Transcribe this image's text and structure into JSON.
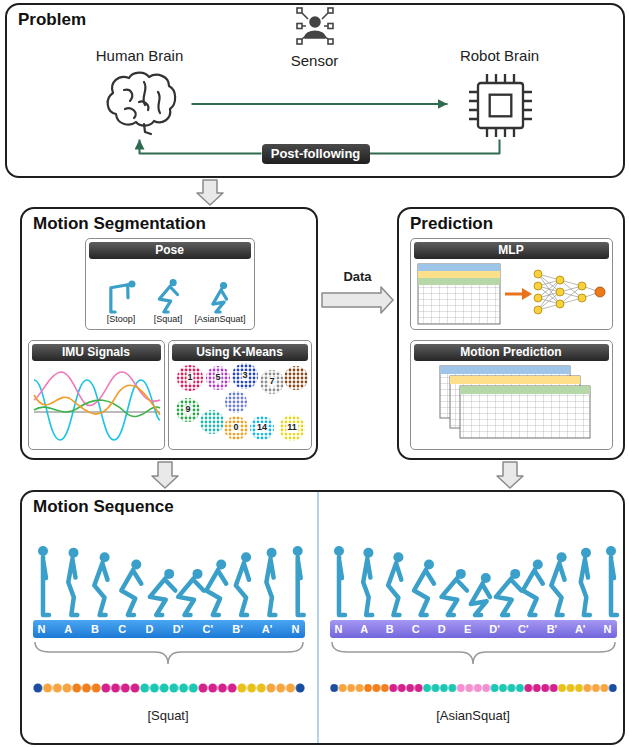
{
  "diagram": {
    "nodes": [
      {
        "text": [
          "Problem"
        ]
      },
      {
        "text": [
          "Human Brain"
        ],
        "in": 0
      },
      {
        "text": [
          "Sensor"
        ],
        "in": 0
      },
      {
        "text": [
          "Robot Brain"
        ],
        "in": 0
      },
      {
        "text": [
          "Post-following"
        ],
        "in": 0
      },
      {
        "text": [
          "Motion Segmentation"
        ]
      },
      {
        "text": [
          "Pose"
        ],
        "in": 5
      },
      {
        "text": [
          "IMU Signals"
        ],
        "in": 5
      },
      {
        "text": [
          "Using K-Means"
        ],
        "in": 5
      },
      {
        "text": [
          "Prediction"
        ]
      },
      {
        "text": [
          "MLP"
        ],
        "in": 9
      },
      {
        "text": [
          "Motion Prediction"
        ],
        "in": 9
      },
      {
        "text": [
          "Motion Sequence"
        ]
      },
      {
        "text": [
          "N A B C D D' C' B' A' N"
        ],
        "in": 12
      },
      {
        "text": [
          "N A B C D E D' C' B' A' N"
        ],
        "in": 12
      }
    ],
    "edges": [
      {
        "from": 1,
        "to": 3,
        "arrow": "to"
      },
      {
        "from": 3,
        "to": 4,
        "arrow": "none"
      },
      {
        "from": 4,
        "to": 1,
        "arrow": "to"
      },
      {
        "from": 0,
        "to": 5,
        "arrow": "to"
      },
      {
        "from": 5,
        "to": 9,
        "label": "Data",
        "arrow": "to"
      },
      {
        "from": 5,
        "to": 12,
        "arrow": "to"
      },
      {
        "from": 9,
        "to": 12,
        "arrow": "to"
      }
    ],
    "labels": [
      "[Stoop]",
      "[Squat]",
      "[AsianSquat]",
      "1",
      "5",
      "3",
      "7",
      "9",
      "0",
      "14",
      "11",
      "[Squat]",
      "[AsianSquat]"
    ]
  }
}
